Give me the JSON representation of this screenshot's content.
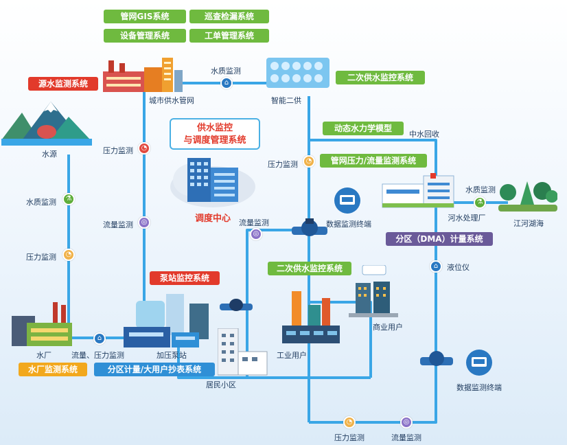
{
  "systems": {
    "gis": "管网GIS系统",
    "patrol": "巡查检漏系统",
    "equipment": "设备管理系统",
    "workorder": "工单管理系统",
    "source_monitor": "源水监测系统",
    "secondary_top": "二次供水监控系统",
    "hydraulic_model": "动态水力学模型",
    "pipe_pressure_flow": "管网压力/流量监测系统",
    "dma": "分区（DMA）计量系统",
    "pump_station_monitor": "泵站监控系统",
    "secondary_mid": "二次供水监控系统",
    "plant_monitor": "水厂监测系统",
    "zone_metering": "分区计量/大用户抄表系统"
  },
  "center": {
    "line1": "供水监控",
    "line2": "与调度管理系统",
    "dispatch": "调度中心"
  },
  "labels": {
    "water_quality_top": "水质监测",
    "city_pipe_network": "城市供水管网",
    "smart_secondary": "智能二供",
    "water_source": "水源",
    "pressure_left": "压力监测",
    "quality_left": "水质监测",
    "pressure_left2": "压力监测",
    "pressure_mid": "压力监测",
    "flow_mid": "流量监测",
    "pressure_center": "压力监测",
    "reclaimed": "中水回收",
    "data_terminal_mid": "数据监测终端",
    "flow_center": "流量监测",
    "quality_right": "水质监测",
    "river_plant": "河水处理厂",
    "river_lake": "江河湖海",
    "level_meter": "液位仪",
    "commercial": "商业用户",
    "industrial": "工业用户",
    "water_plant": "水厂",
    "flow_pressure_bottom": "流量、压力监测",
    "booster": "加压泵站",
    "residential": "居民小区",
    "data_terminal_bottom": "数据监测终端",
    "pressure_bottom": "压力监测",
    "flow_bottom": "流量监测"
  },
  "colors": {
    "pipe": "#3aa6e6",
    "green_tag": "#6fba3f",
    "red_tag": "#e23a2b",
    "orange_tag": "#f2a81d",
    "blue_tag": "#2f8fd6",
    "purple_tag": "#6a5a99"
  }
}
